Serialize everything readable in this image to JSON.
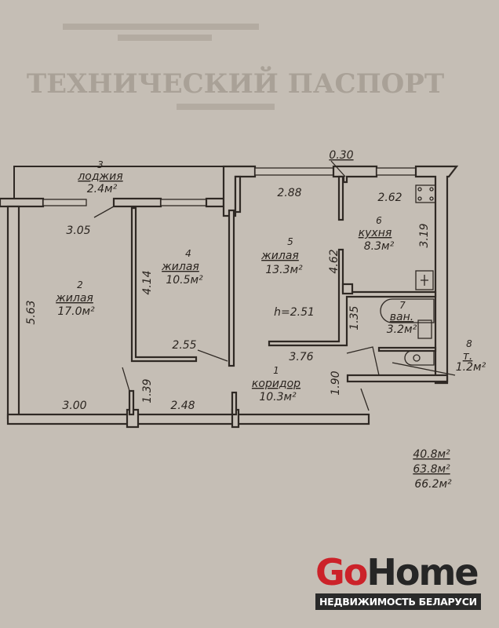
{
  "document": {
    "title": "ТЕХНИЧЕСКИЙ ПАСПОРТ"
  },
  "rooms": [
    {
      "number": "1",
      "name": "коридор",
      "area": "10.3м²"
    },
    {
      "number": "2",
      "name": "жилая",
      "area": "17.0м²"
    },
    {
      "number": "3",
      "name": "лоджия",
      "area": "2.4м²"
    },
    {
      "number": "4",
      "name": "жилая",
      "area": "10.5м²"
    },
    {
      "number": "5",
      "name": "жилая",
      "area": "13.3м²"
    },
    {
      "number": "6",
      "name": "кухня",
      "area": "8.3м²"
    },
    {
      "number": "7",
      "name": "ван.",
      "area": "3.2м²"
    },
    {
      "number": "8",
      "name": "т.",
      "area": "1.2м²"
    }
  ],
  "dimensions": {
    "d030": "0.30",
    "d305": "3.05",
    "d563": "5.63",
    "d414": "4.14",
    "d255": "2.55",
    "d139": "1.39",
    "d300": "3.00",
    "d248": "2.48",
    "d288": "2.88",
    "d262": "2.62",
    "d319": "3.19",
    "d462": "4.62",
    "d135": "1.35",
    "d376": "3.76",
    "d190": "1.90"
  },
  "ceiling_height": "h=2.51",
  "totals": {
    "living": "40.8м²",
    "total": "63.8м²",
    "total_with_loggia": "66.2м²"
  },
  "logo": {
    "go": "Go",
    "home": "Home",
    "tagline": "НЕДВИЖИМОСТЬ БЕЛАРУСИ"
  },
  "colors": {
    "ink": "#2f2924",
    "paper": "#c5beb5",
    "brand_red": "#cc2229"
  }
}
